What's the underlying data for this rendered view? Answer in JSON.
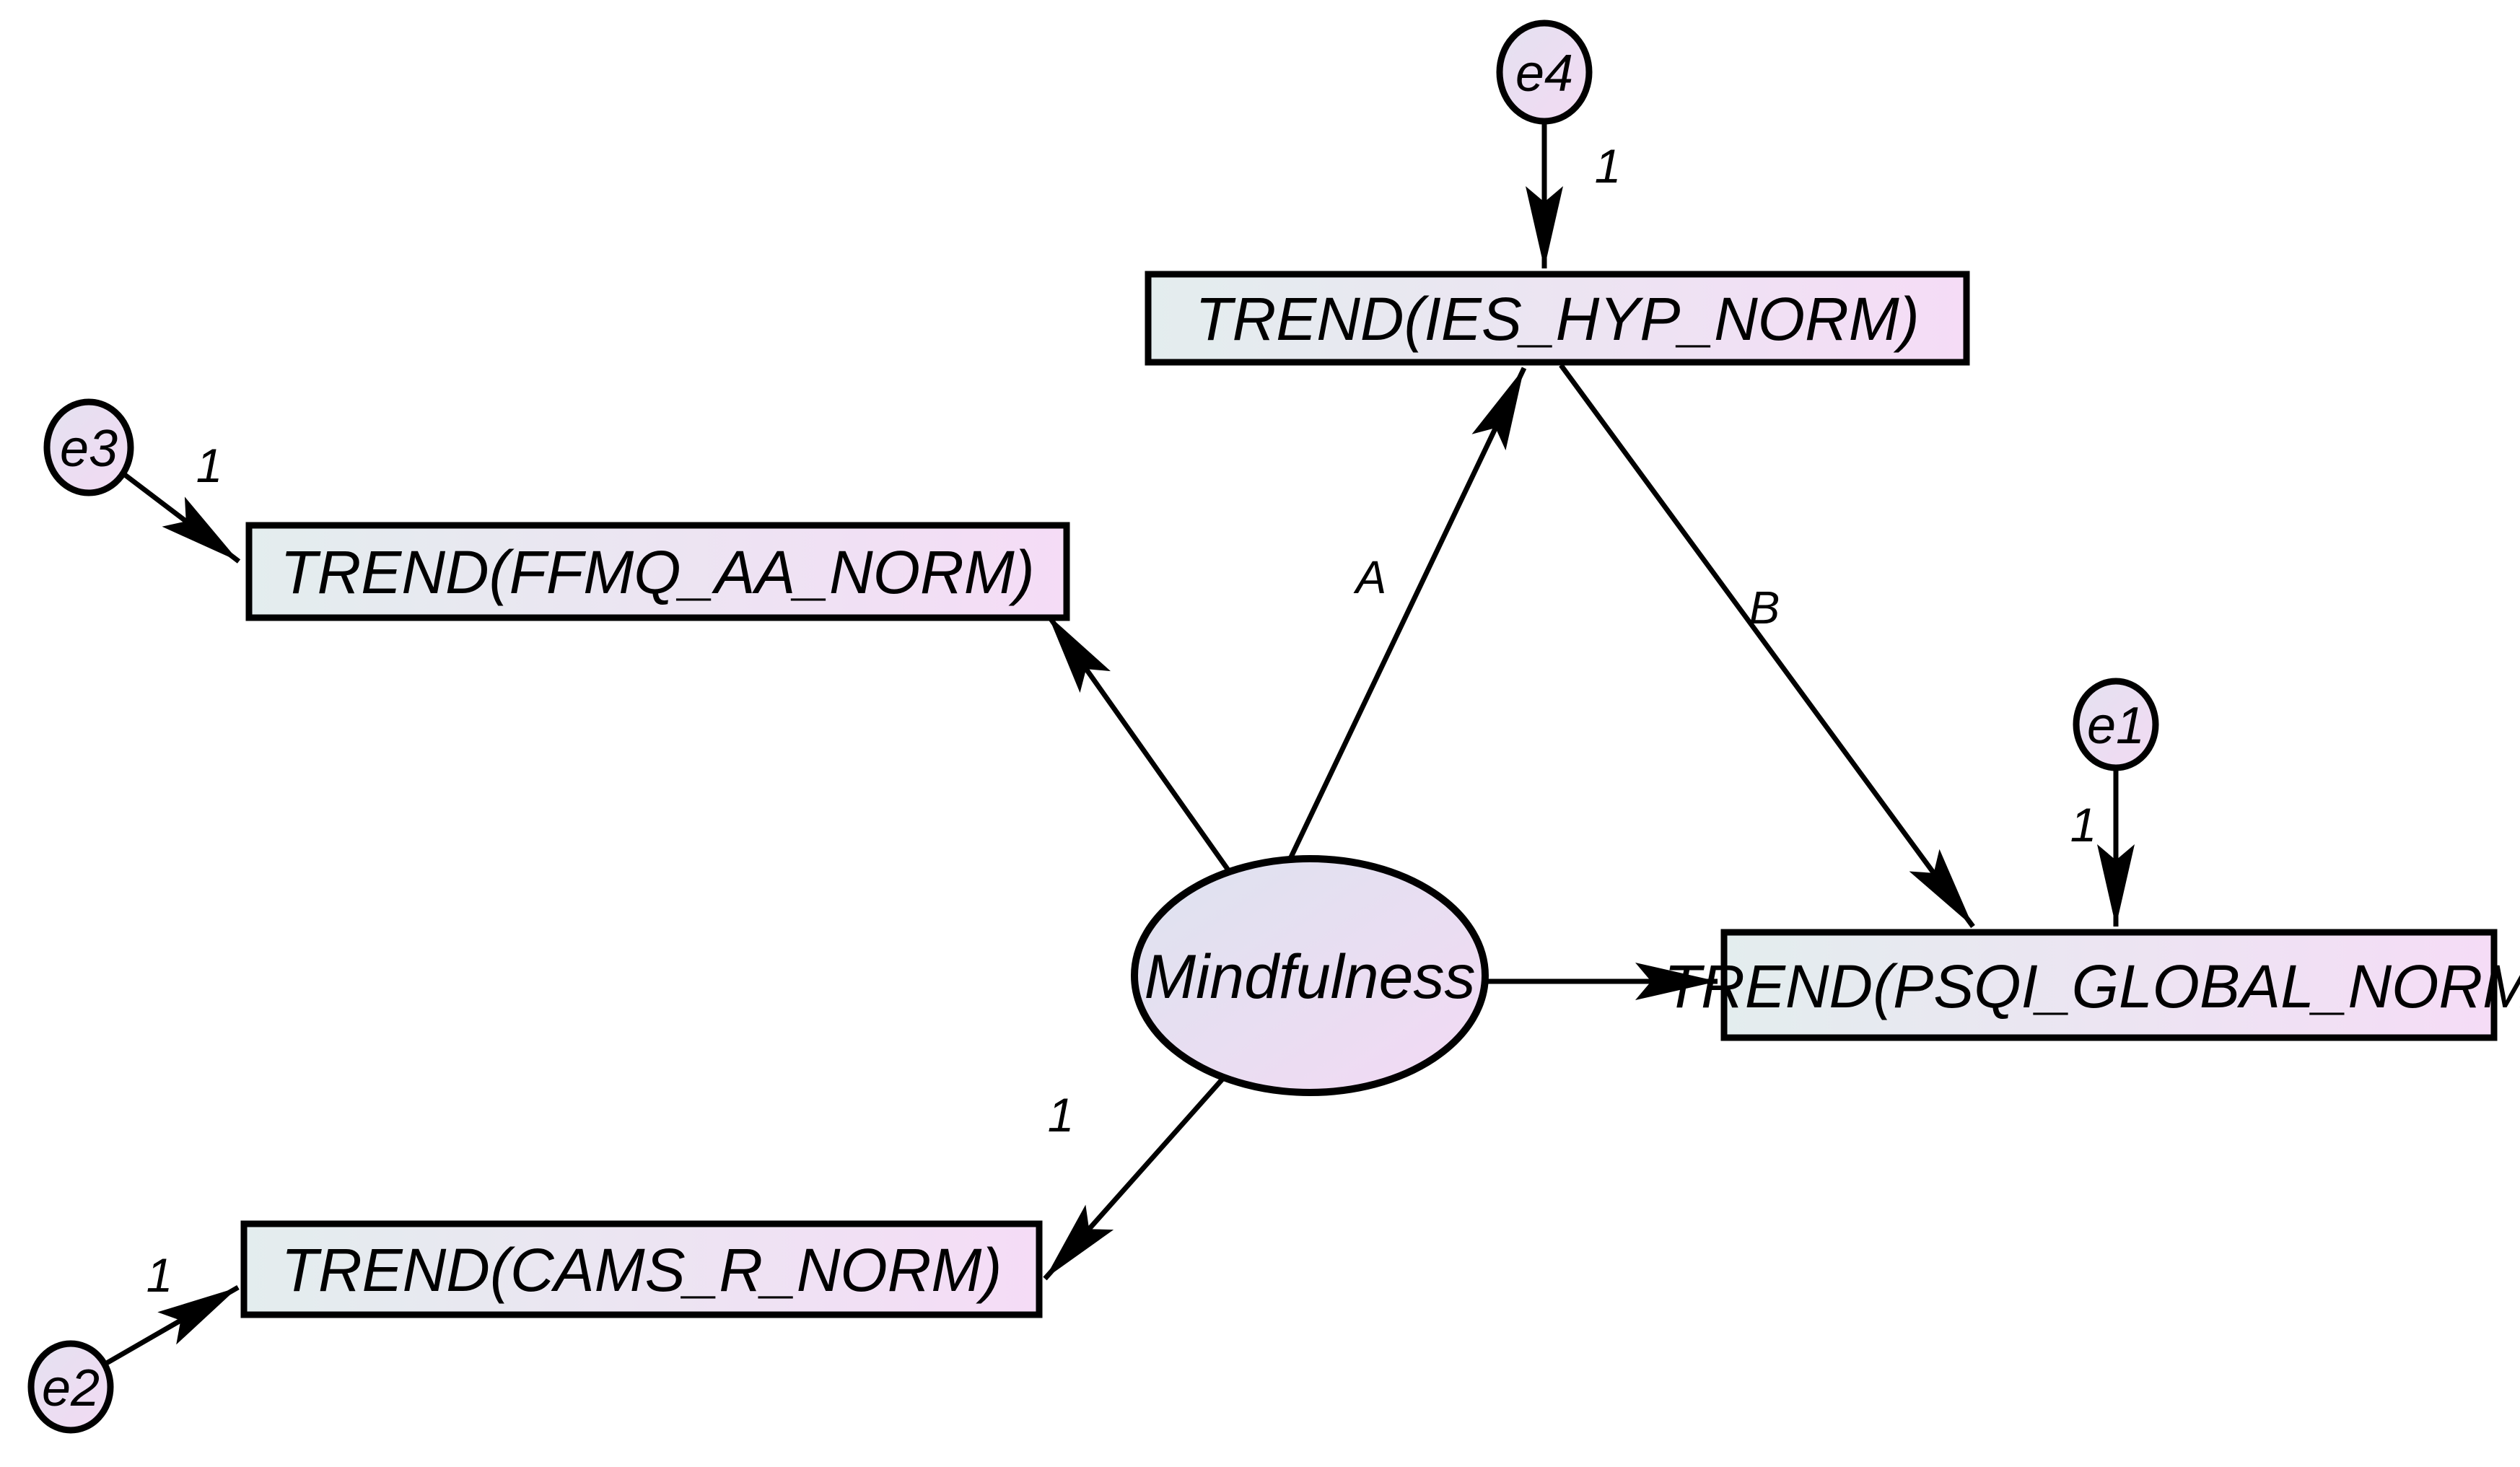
{
  "nodes": {
    "mindfulness": {
      "label": "Mindfulness"
    },
    "ies": {
      "label": "TREND(IES_HYP_NORM)"
    },
    "ffmq": {
      "label": "TREND(FFMQ_AA_NORM)"
    },
    "psqi": {
      "label": "TREND(PSQI_GLOBAL_NORM)"
    },
    "cams": {
      "label": "TREND(CAMS_R_NORM)"
    },
    "e1": {
      "label": "e1"
    },
    "e2": {
      "label": "e2"
    },
    "e3": {
      "label": "e3"
    },
    "e4": {
      "label": "e4"
    }
  },
  "edge_labels": {
    "path_a": "A",
    "path_b": "B",
    "e1_loading": "1",
    "e2_loading": "1",
    "e3_loading": "1",
    "e4_loading": "1",
    "cams_loading": "1"
  },
  "colors": {
    "box_left": "#e3edee",
    "box_right": "#f5dcf6",
    "latent_start": "#dde3ef",
    "latent_end": "#f3d9f4",
    "error_start": "#e4e1f0",
    "error_end": "#f2daf3",
    "stroke": "#000000",
    "background": "#ffffff"
  }
}
